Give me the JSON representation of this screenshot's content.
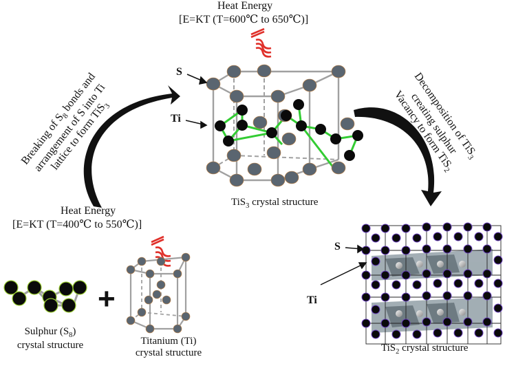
{
  "top_heat": {
    "title": "Heat Energy",
    "formula": "[E=KT (T=600℃ to 650℃)]"
  },
  "bottom_heat": {
    "title": "Heat Energy",
    "formula": "[E=KT (T=400℃ to 550℃)]"
  },
  "left_arrow_text": {
    "line1a": "Breaking of S",
    "line1sub": "8",
    "line1b": " bonds and",
    "line2": "arrangement of S into Ti",
    "line3a": "lattice to form TiS",
    "line3sub": "3"
  },
  "right_arrow_text": {
    "line1a": "Decomposition of TiS",
    "line1sub": "3",
    "line2": "creating sulphur",
    "line3a": "Vacancy to form TiS",
    "line3sub": "2"
  },
  "labels": {
    "tis3_s": "S",
    "tis3_ti": "Ti",
    "tis2_s": "S",
    "tis2_ti": "Ti",
    "plus": "+"
  },
  "captions": {
    "tis3_a": "TiS",
    "tis3_sub": "3",
    "tis3_b": " crystal structure",
    "tis2_a": "TiS",
    "tis2_sub": "2",
    "tis2_b": " crystal structure",
    "sulphur_a": "Sulphur (S",
    "sulphur_sub": "8",
    "sulphur_b": ")",
    "sulphur_line2": "crystal structure",
    "titanium_line1": "Titanium (Ti)",
    "titanium_line2": "crystal structure"
  },
  "colors": {
    "heat": "#e0302a",
    "bond": "#33cc33",
    "s_atom": "#5a6570",
    "ti_atom": "#0a0a0a",
    "frame": "#a0a0a0"
  }
}
